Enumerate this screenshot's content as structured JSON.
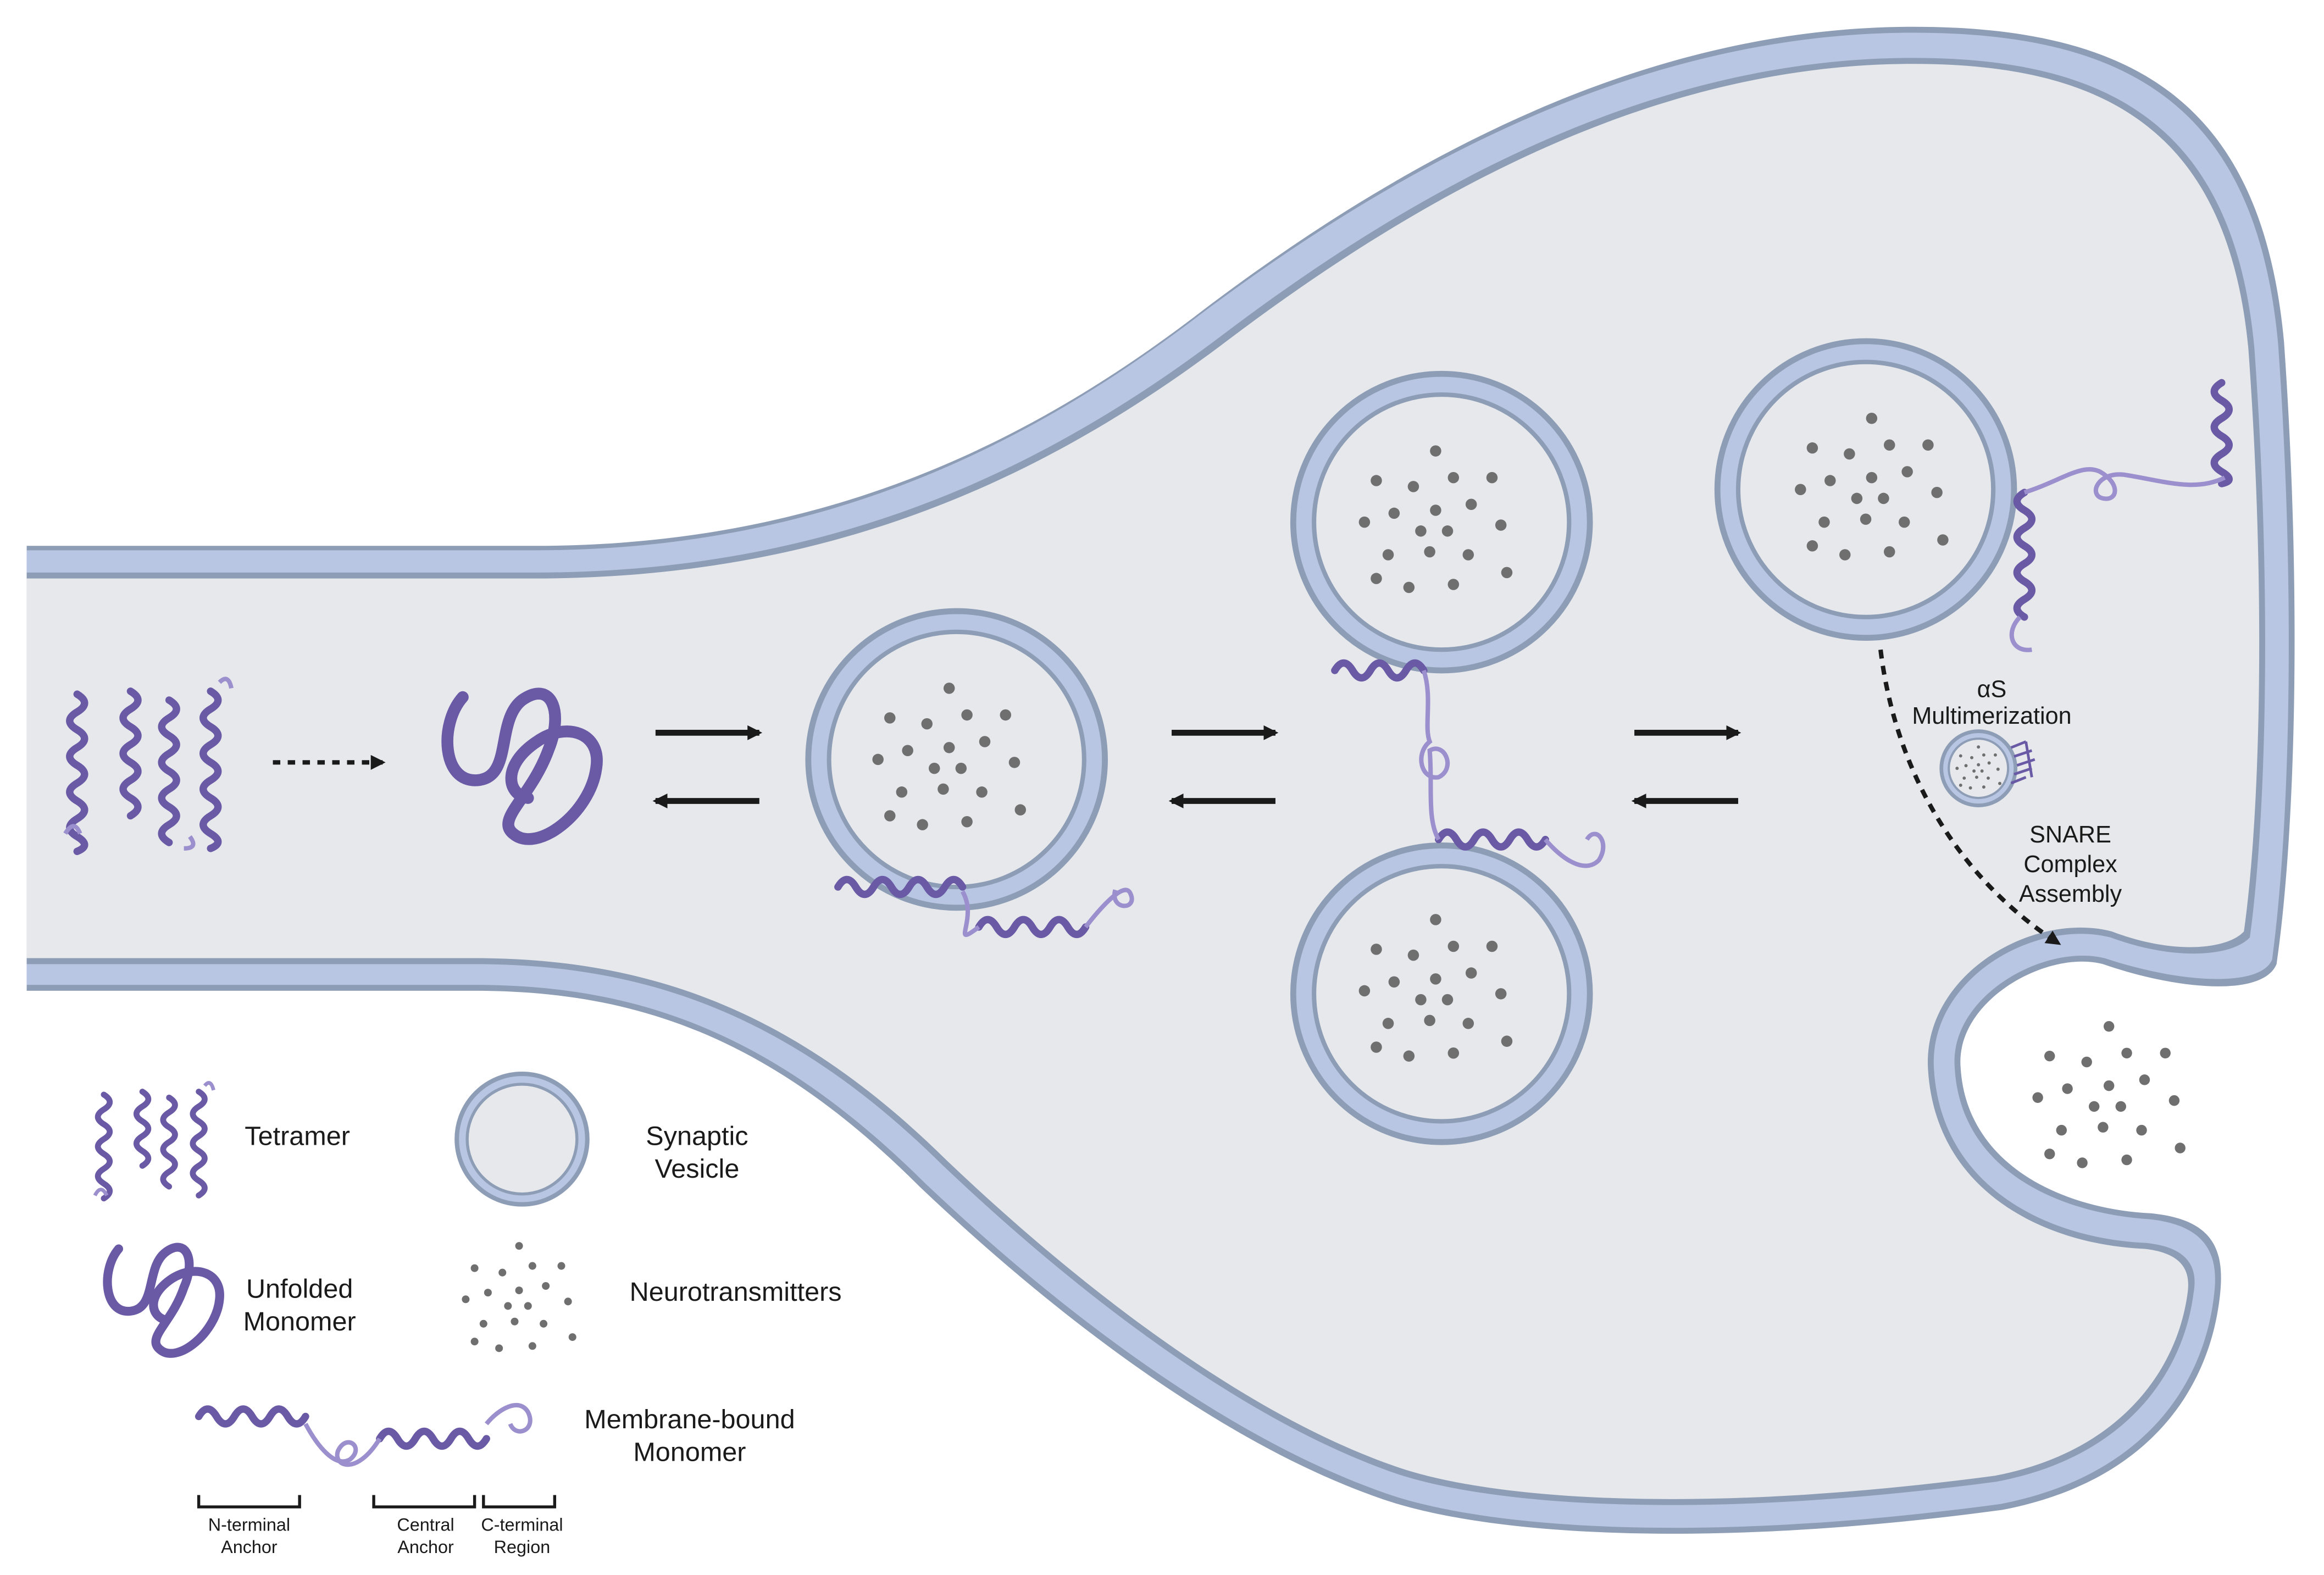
{
  "process": {
    "multimerization": [
      "αS",
      "Multimerization"
    ],
    "snare": [
      "SNARE",
      "Complex",
      "Assembly"
    ]
  },
  "legend": {
    "tetramer": [
      "Tetramer"
    ],
    "vesicle": [
      "Synaptic",
      "Vesicle"
    ],
    "unfolded": [
      "Unfolded",
      "Monomer"
    ],
    "neurotransmitters": [
      "Neurotransmitters"
    ],
    "membrane_bound": [
      "Membrane-bound",
      "Monomer"
    ],
    "n_terminal": [
      "N-terminal",
      "Anchor"
    ],
    "central": [
      "Central",
      "Anchor"
    ],
    "c_terminal": [
      "C-terminal",
      "Region"
    ]
  },
  "colors": {
    "cytoplasm": "#e6e8ec",
    "membrane_outer": "#8d9db5",
    "membrane_fill": "#b8c6e4",
    "protein": "#6a5aa6",
    "protein_light": "#9c8fcd",
    "neurotransmitter": "#6f6f6f",
    "arrow": "#1a1a1a"
  }
}
